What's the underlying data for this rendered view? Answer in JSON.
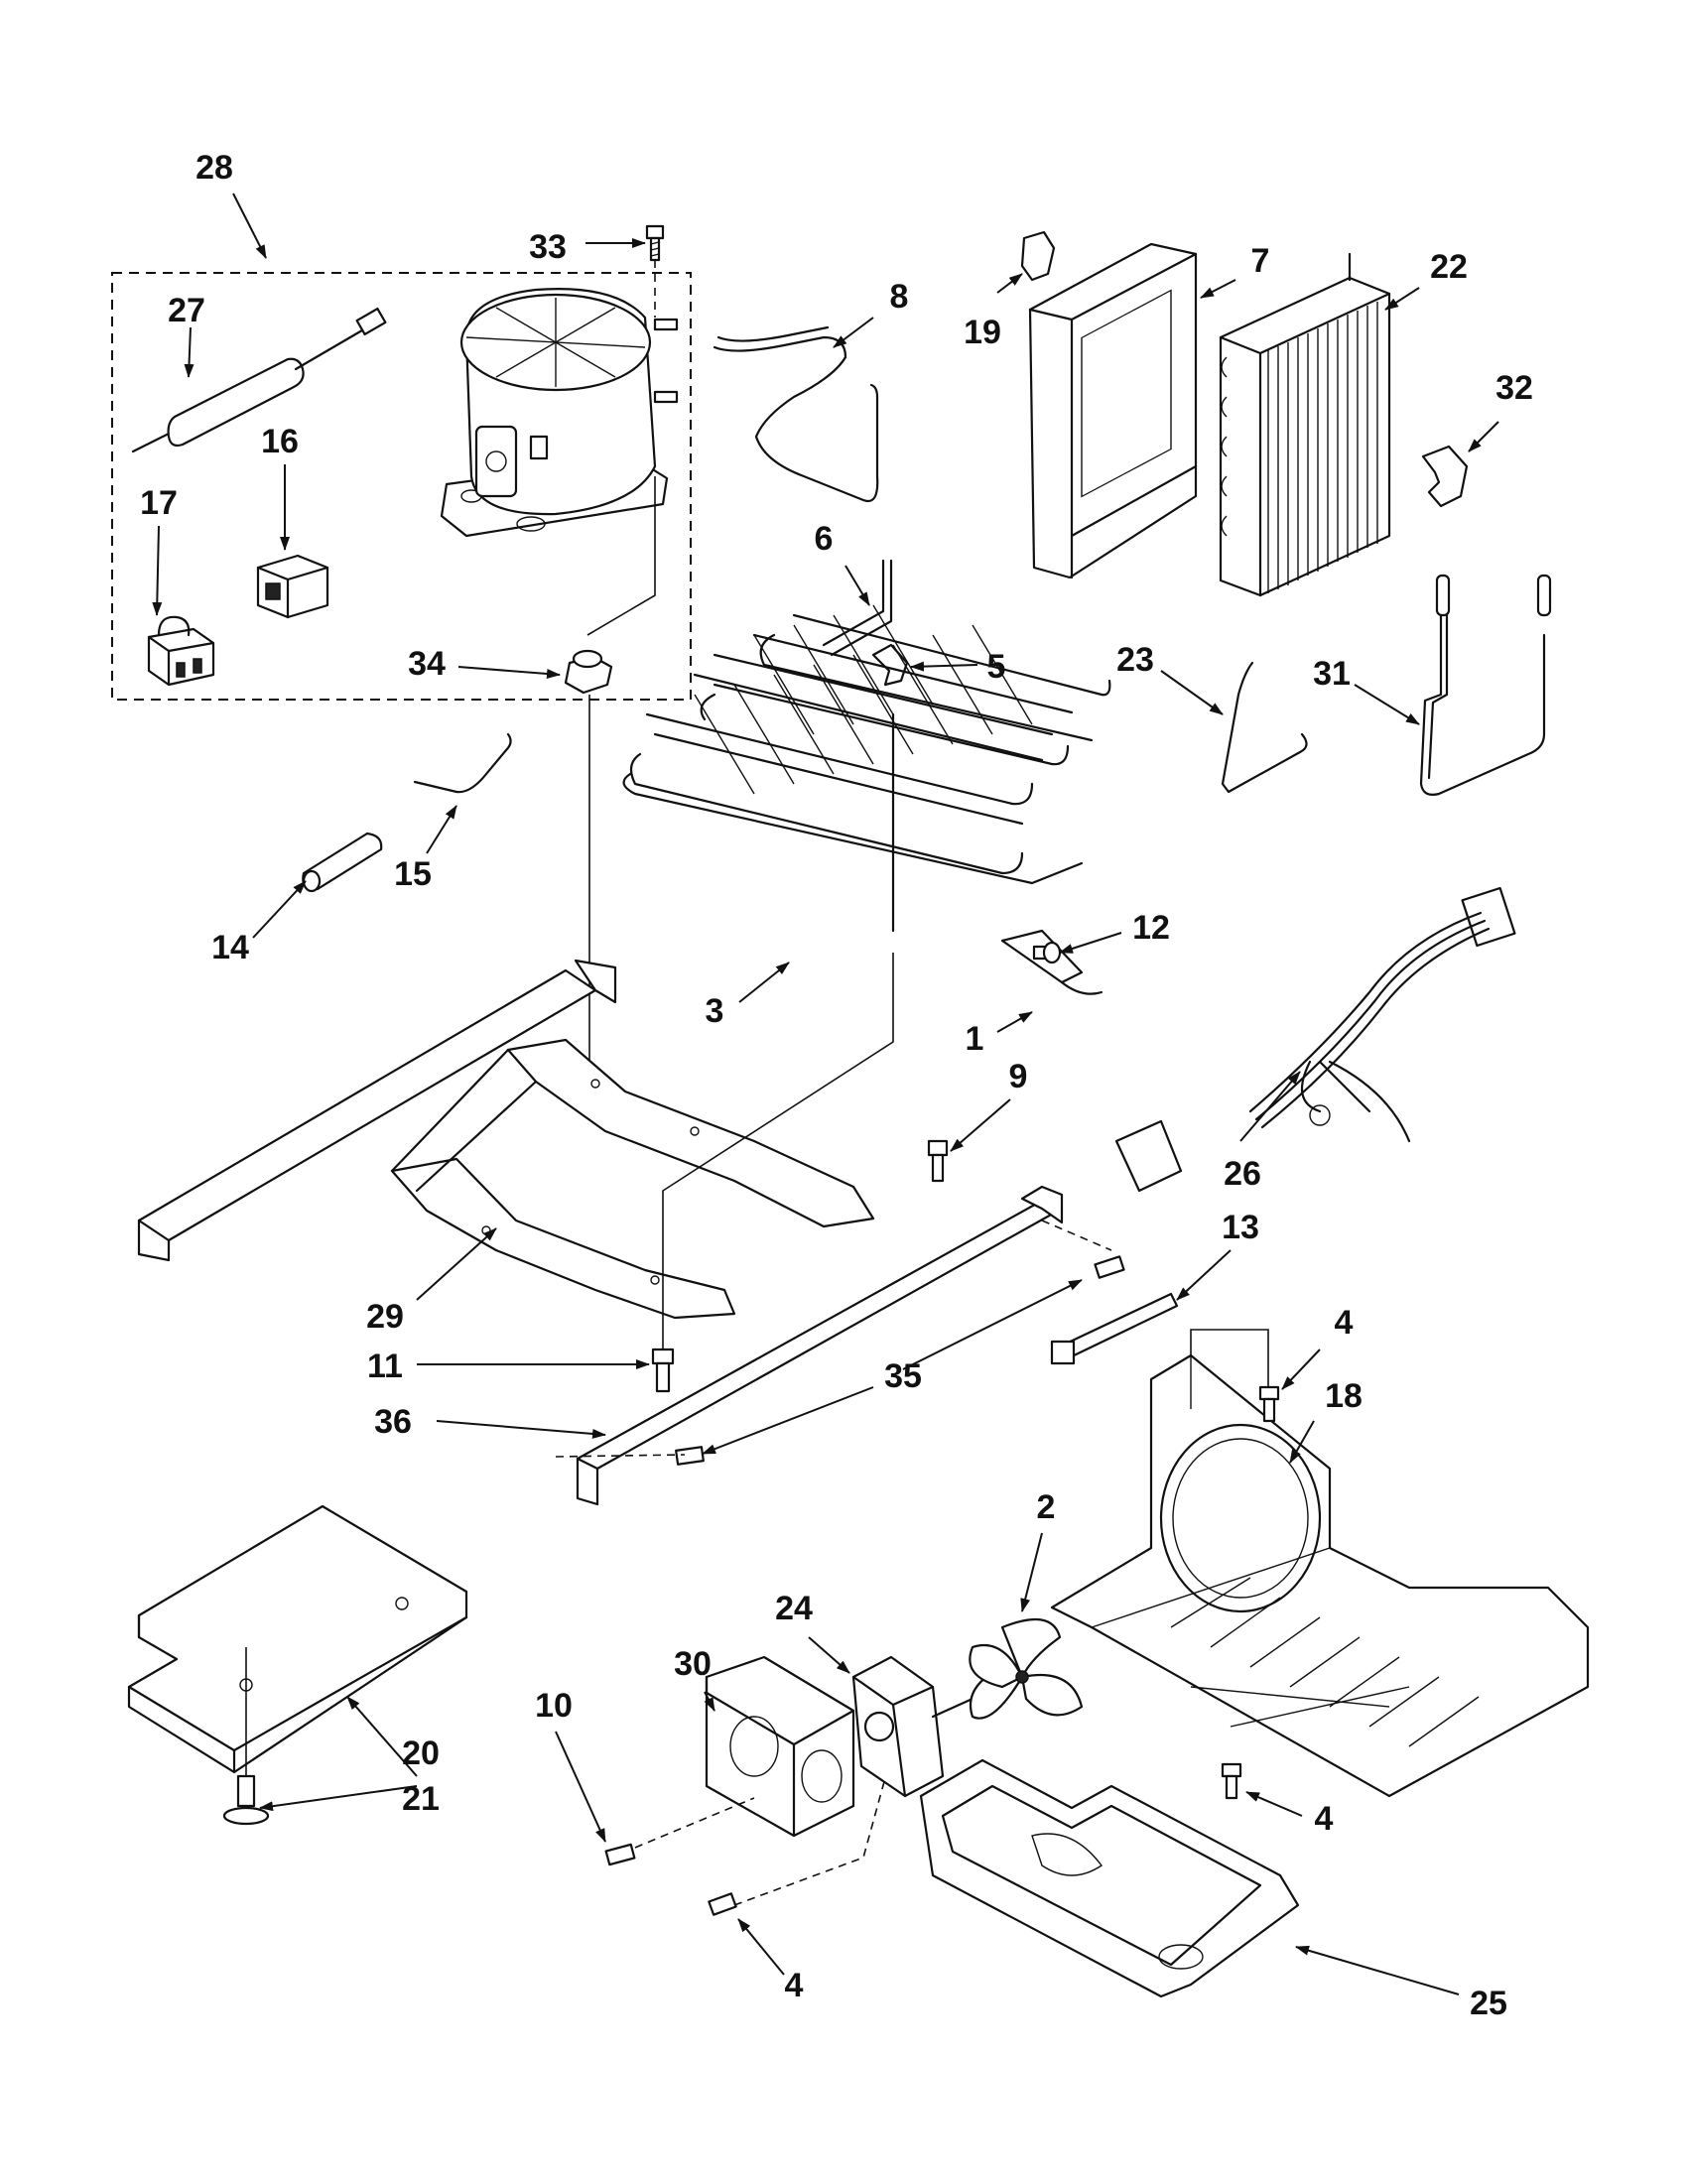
{
  "diagram": {
    "part_labels": [
      "1",
      "2",
      "3",
      "4",
      "5",
      "6",
      "7",
      "8",
      "9",
      "10",
      "11",
      "12",
      "13",
      "14",
      "15",
      "16",
      "17",
      "18",
      "19",
      "20",
      "21",
      "22",
      "23",
      "24",
      "25",
      "26",
      "27",
      "28",
      "29",
      "30",
      "31",
      "32",
      "33",
      "34",
      "35",
      "36"
    ]
  },
  "colors": {
    "ink": "#111111",
    "background": "#ffffff"
  }
}
